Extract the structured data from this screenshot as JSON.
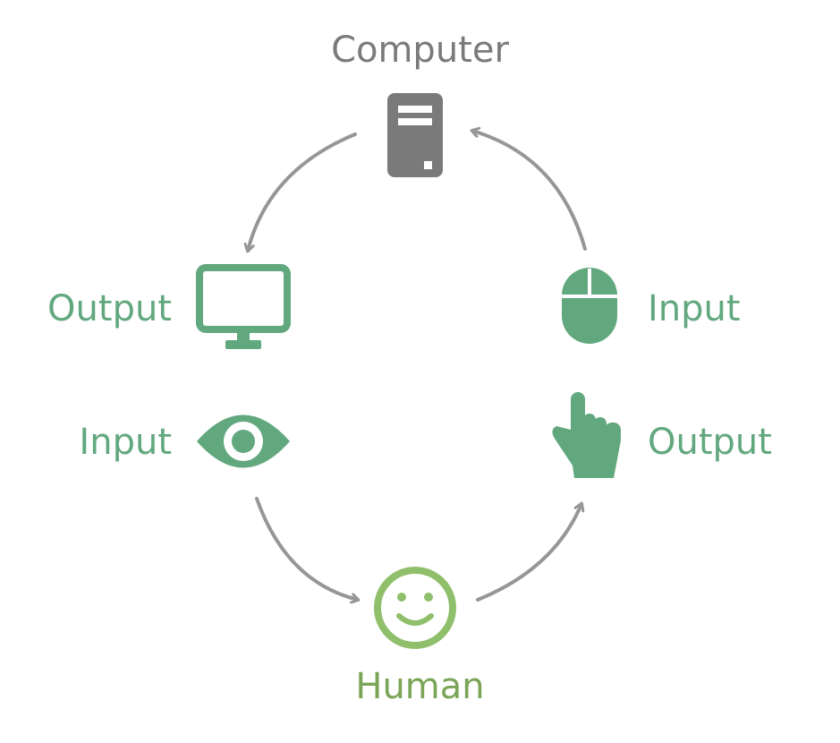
{
  "colors": {
    "computer": "#7a7a7a",
    "device": "#62a87f",
    "human": "#8fbf6a",
    "human_text": "#7aa557",
    "arrow": "#969696"
  },
  "nodes": {
    "computer": {
      "label": "Computer",
      "icon": "computer-tower-icon"
    },
    "output_left": {
      "label": "Output",
      "icon": "monitor-icon"
    },
    "input_left": {
      "label": "Input",
      "icon": "eye-icon"
    },
    "input_right": {
      "label": "Input",
      "icon": "mouse-icon"
    },
    "output_right": {
      "label": "Output",
      "icon": "pointing-hand-icon"
    },
    "human": {
      "label": "Human",
      "icon": "smiley-face-icon"
    }
  }
}
